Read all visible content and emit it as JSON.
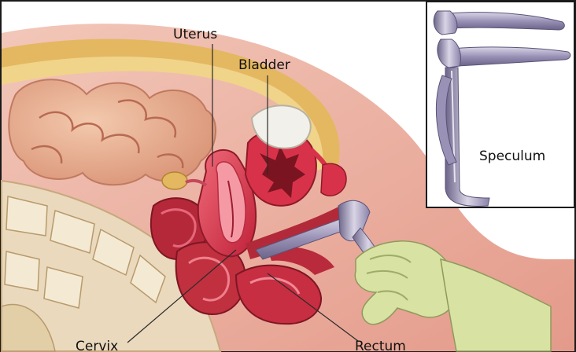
{
  "labels": {
    "uterus": "Uterus",
    "bladder": "Bladder",
    "speculum": "Speculum",
    "cervix": "Cervix",
    "rectum": "Rectum"
  },
  "colors": {
    "frame": "#1a1a1a",
    "skin": "#e8a99a",
    "fat": "#e4b860",
    "bowel": "#e9b49a",
    "spine": "#e9dcc0",
    "organ_red": "#d8324a",
    "organ_dark": "#9a1e2c",
    "bladder_fill": "#f2f0ea",
    "speculum_steel": "#8e86aa",
    "glove": "#d7e2a3",
    "leader_line": "#2a2a2a"
  },
  "icons": [
    "speculum-illustration",
    "gloved-hand-illustration"
  ]
}
